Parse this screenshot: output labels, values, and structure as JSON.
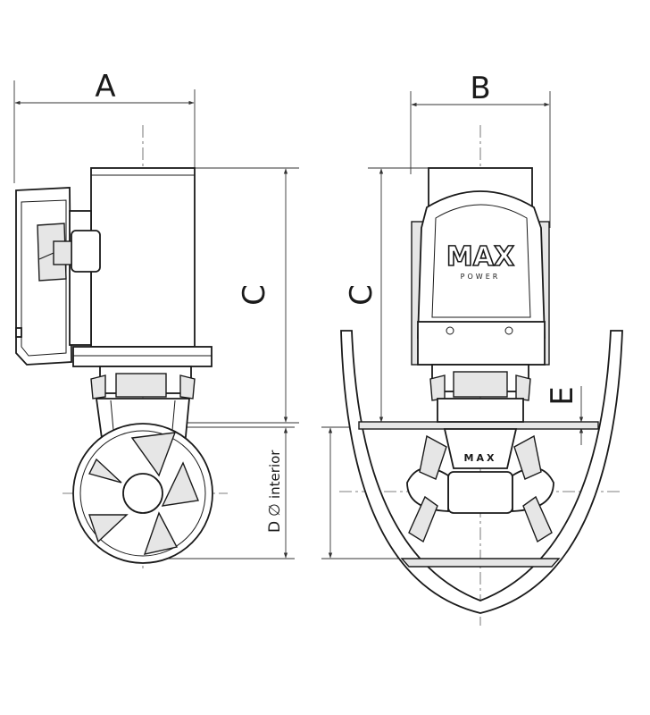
{
  "dimensions": {
    "a": "A",
    "b": "B",
    "c_left": "C",
    "c_right": "C",
    "d": "D",
    "d_symbol": "∅",
    "d_suffix": "interior",
    "e": "E"
  },
  "brand": {
    "logo": "MAX",
    "sub": "POWER",
    "small_logo": "MAX"
  }
}
